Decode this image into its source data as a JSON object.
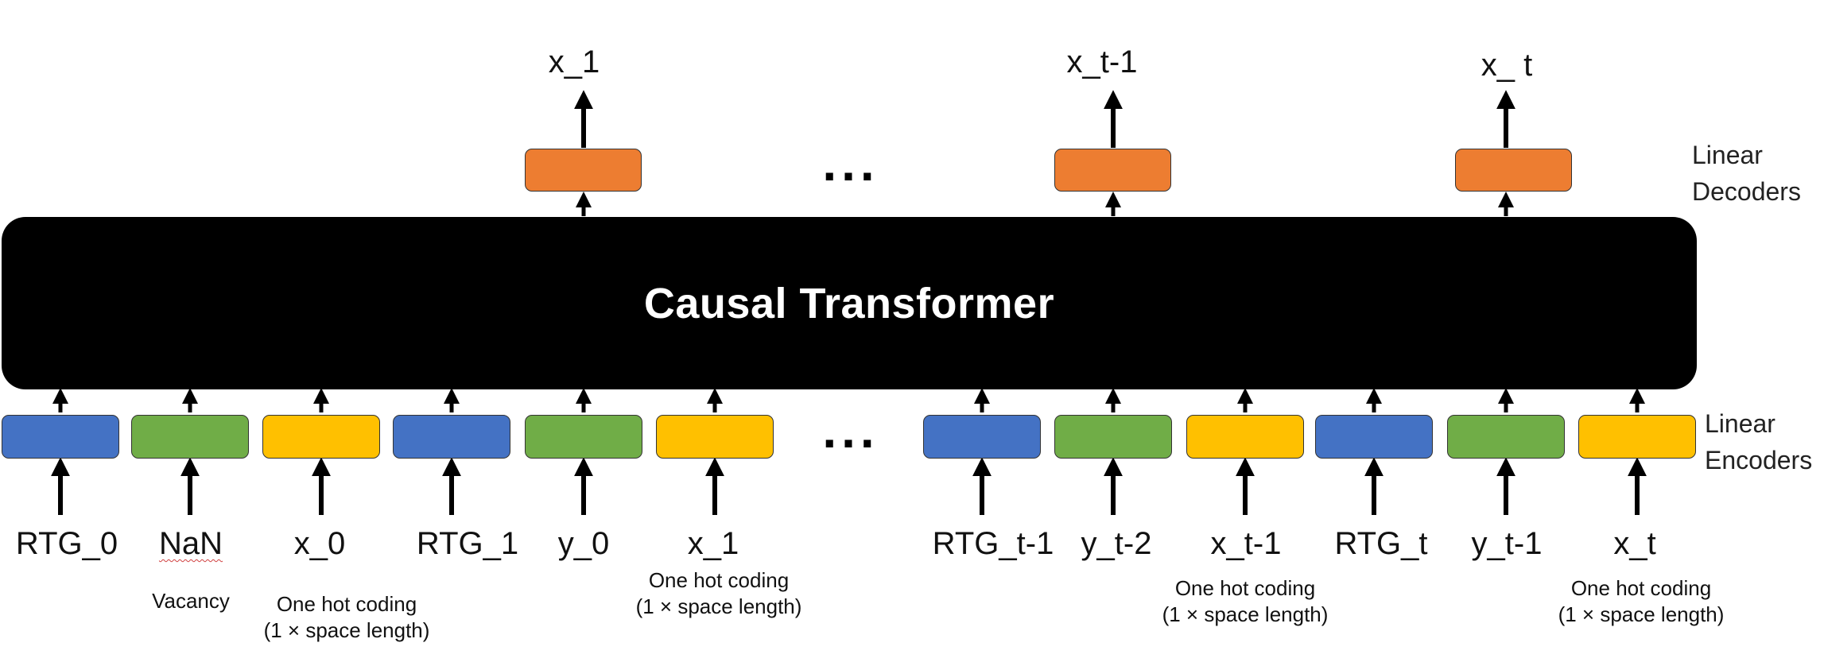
{
  "transformer": {
    "title": "Causal Transformer"
  },
  "side_labels": {
    "decoders": [
      "Linear",
      "Decoders"
    ],
    "encoders": [
      "Linear",
      "Encoders"
    ]
  },
  "ellipsis": "...",
  "colors": {
    "rtg": "#4472C4",
    "y": "#70AD47",
    "x": "#FFC000",
    "decoder": "#ED7D31",
    "transformer": "#000000"
  },
  "encoders": [
    {
      "token": "RTG_0",
      "kind": "rtg"
    },
    {
      "token": "NaN",
      "kind": "y"
    },
    {
      "token": "x_0",
      "kind": "x"
    },
    {
      "token": "RTG_1",
      "kind": "rtg"
    },
    {
      "token": "y_0",
      "kind": "y"
    },
    {
      "token": "x_1",
      "kind": "x"
    },
    {
      "token": "RTG_t-1",
      "kind": "rtg"
    },
    {
      "token": "y_t-2",
      "kind": "y"
    },
    {
      "token": "x_t-1",
      "kind": "x"
    },
    {
      "token": "RTG_t",
      "kind": "rtg"
    },
    {
      "token": "y_t-1",
      "kind": "y"
    },
    {
      "token": "x_t",
      "kind": "x"
    }
  ],
  "notes": {
    "vacancy": "Vacancy",
    "one_hot_1": [
      "One hot coding",
      "(1 × space length)"
    ],
    "one_hot_2": [
      "One hot coding",
      "(1 × space length)"
    ],
    "one_hot_3": [
      "One hot coding",
      "(1 × space length)"
    ],
    "one_hot_4": [
      "One hot coding",
      "(1 × space length)"
    ]
  },
  "decoders": [
    {
      "output": "x_1"
    },
    {
      "output": "x_t-1"
    },
    {
      "output": "x_ t"
    }
  ]
}
